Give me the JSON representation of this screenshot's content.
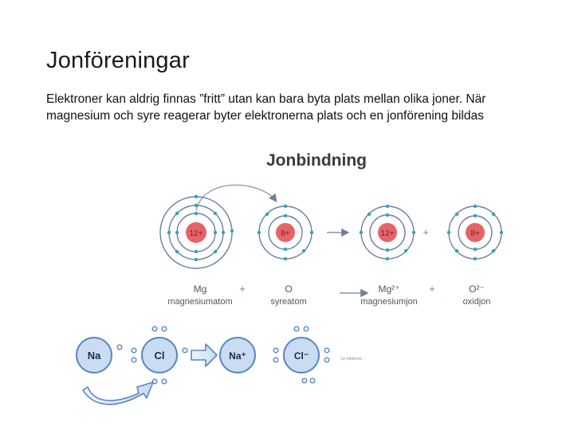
{
  "slide": {
    "title": "Jonföreningar",
    "body": "Elektroner kan aldrig finnas ”fritt” utan kan bara byta plats mellan olika joner. När magnesium och syre reagerar byter elektronerna plats och en jonförening bildas"
  },
  "ion_diagram": {
    "heading": "Jonbindning",
    "atoms": [
      {
        "nucleus": "12+",
        "symbol": "Mg",
        "name": "magnesiumatom"
      },
      {
        "nucleus": "8+",
        "symbol": "O",
        "name": "syreatom"
      },
      {
        "nucleus": "12+",
        "symbol": "Mg²⁺",
        "name": "magnesiumjon"
      },
      {
        "nucleus": "8+",
        "symbol": "O²⁻",
        "name": "oxidjon"
      }
    ],
    "plus_sign": "+",
    "colors": {
      "nucleus": "#e8626a",
      "shell": "#6b7fa0",
      "electron": "#2fa3bd",
      "arrow": "#6f7f96"
    }
  },
  "nacl_diagram": {
    "atoms": [
      "Na",
      "Cl",
      "Na⁺",
      "Cl⁻"
    ],
    "credit": "by Alfathobi",
    "colors": {
      "atom_fill": "#c9dcf2",
      "atom_stroke": "#5a86c4",
      "electron": "#5a86c4"
    }
  }
}
